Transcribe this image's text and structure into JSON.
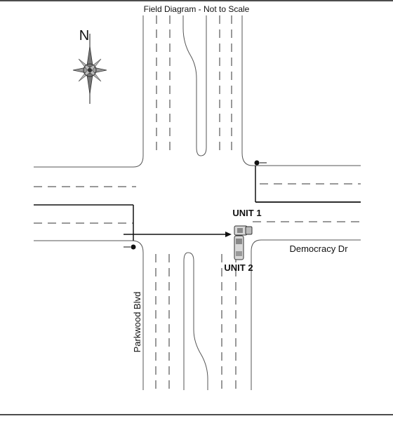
{
  "diagram": {
    "title": "Field Diagram - Not to Scale",
    "north_label": "N",
    "streets": {
      "east_west": "Democracy Dr",
      "north_south": "Parkwood Blvd"
    },
    "units": {
      "unit1": "UNIT 1",
      "unit2": "UNIT 2"
    },
    "icons": {
      "compass": "compass-rose-icon",
      "signal": "traffic-signal-icon",
      "vehicle": "vehicle-icon"
    },
    "colors": {
      "line": "#111111",
      "road_outline": "#555555",
      "vehicle_fill": "#d8d8d8"
    }
  }
}
